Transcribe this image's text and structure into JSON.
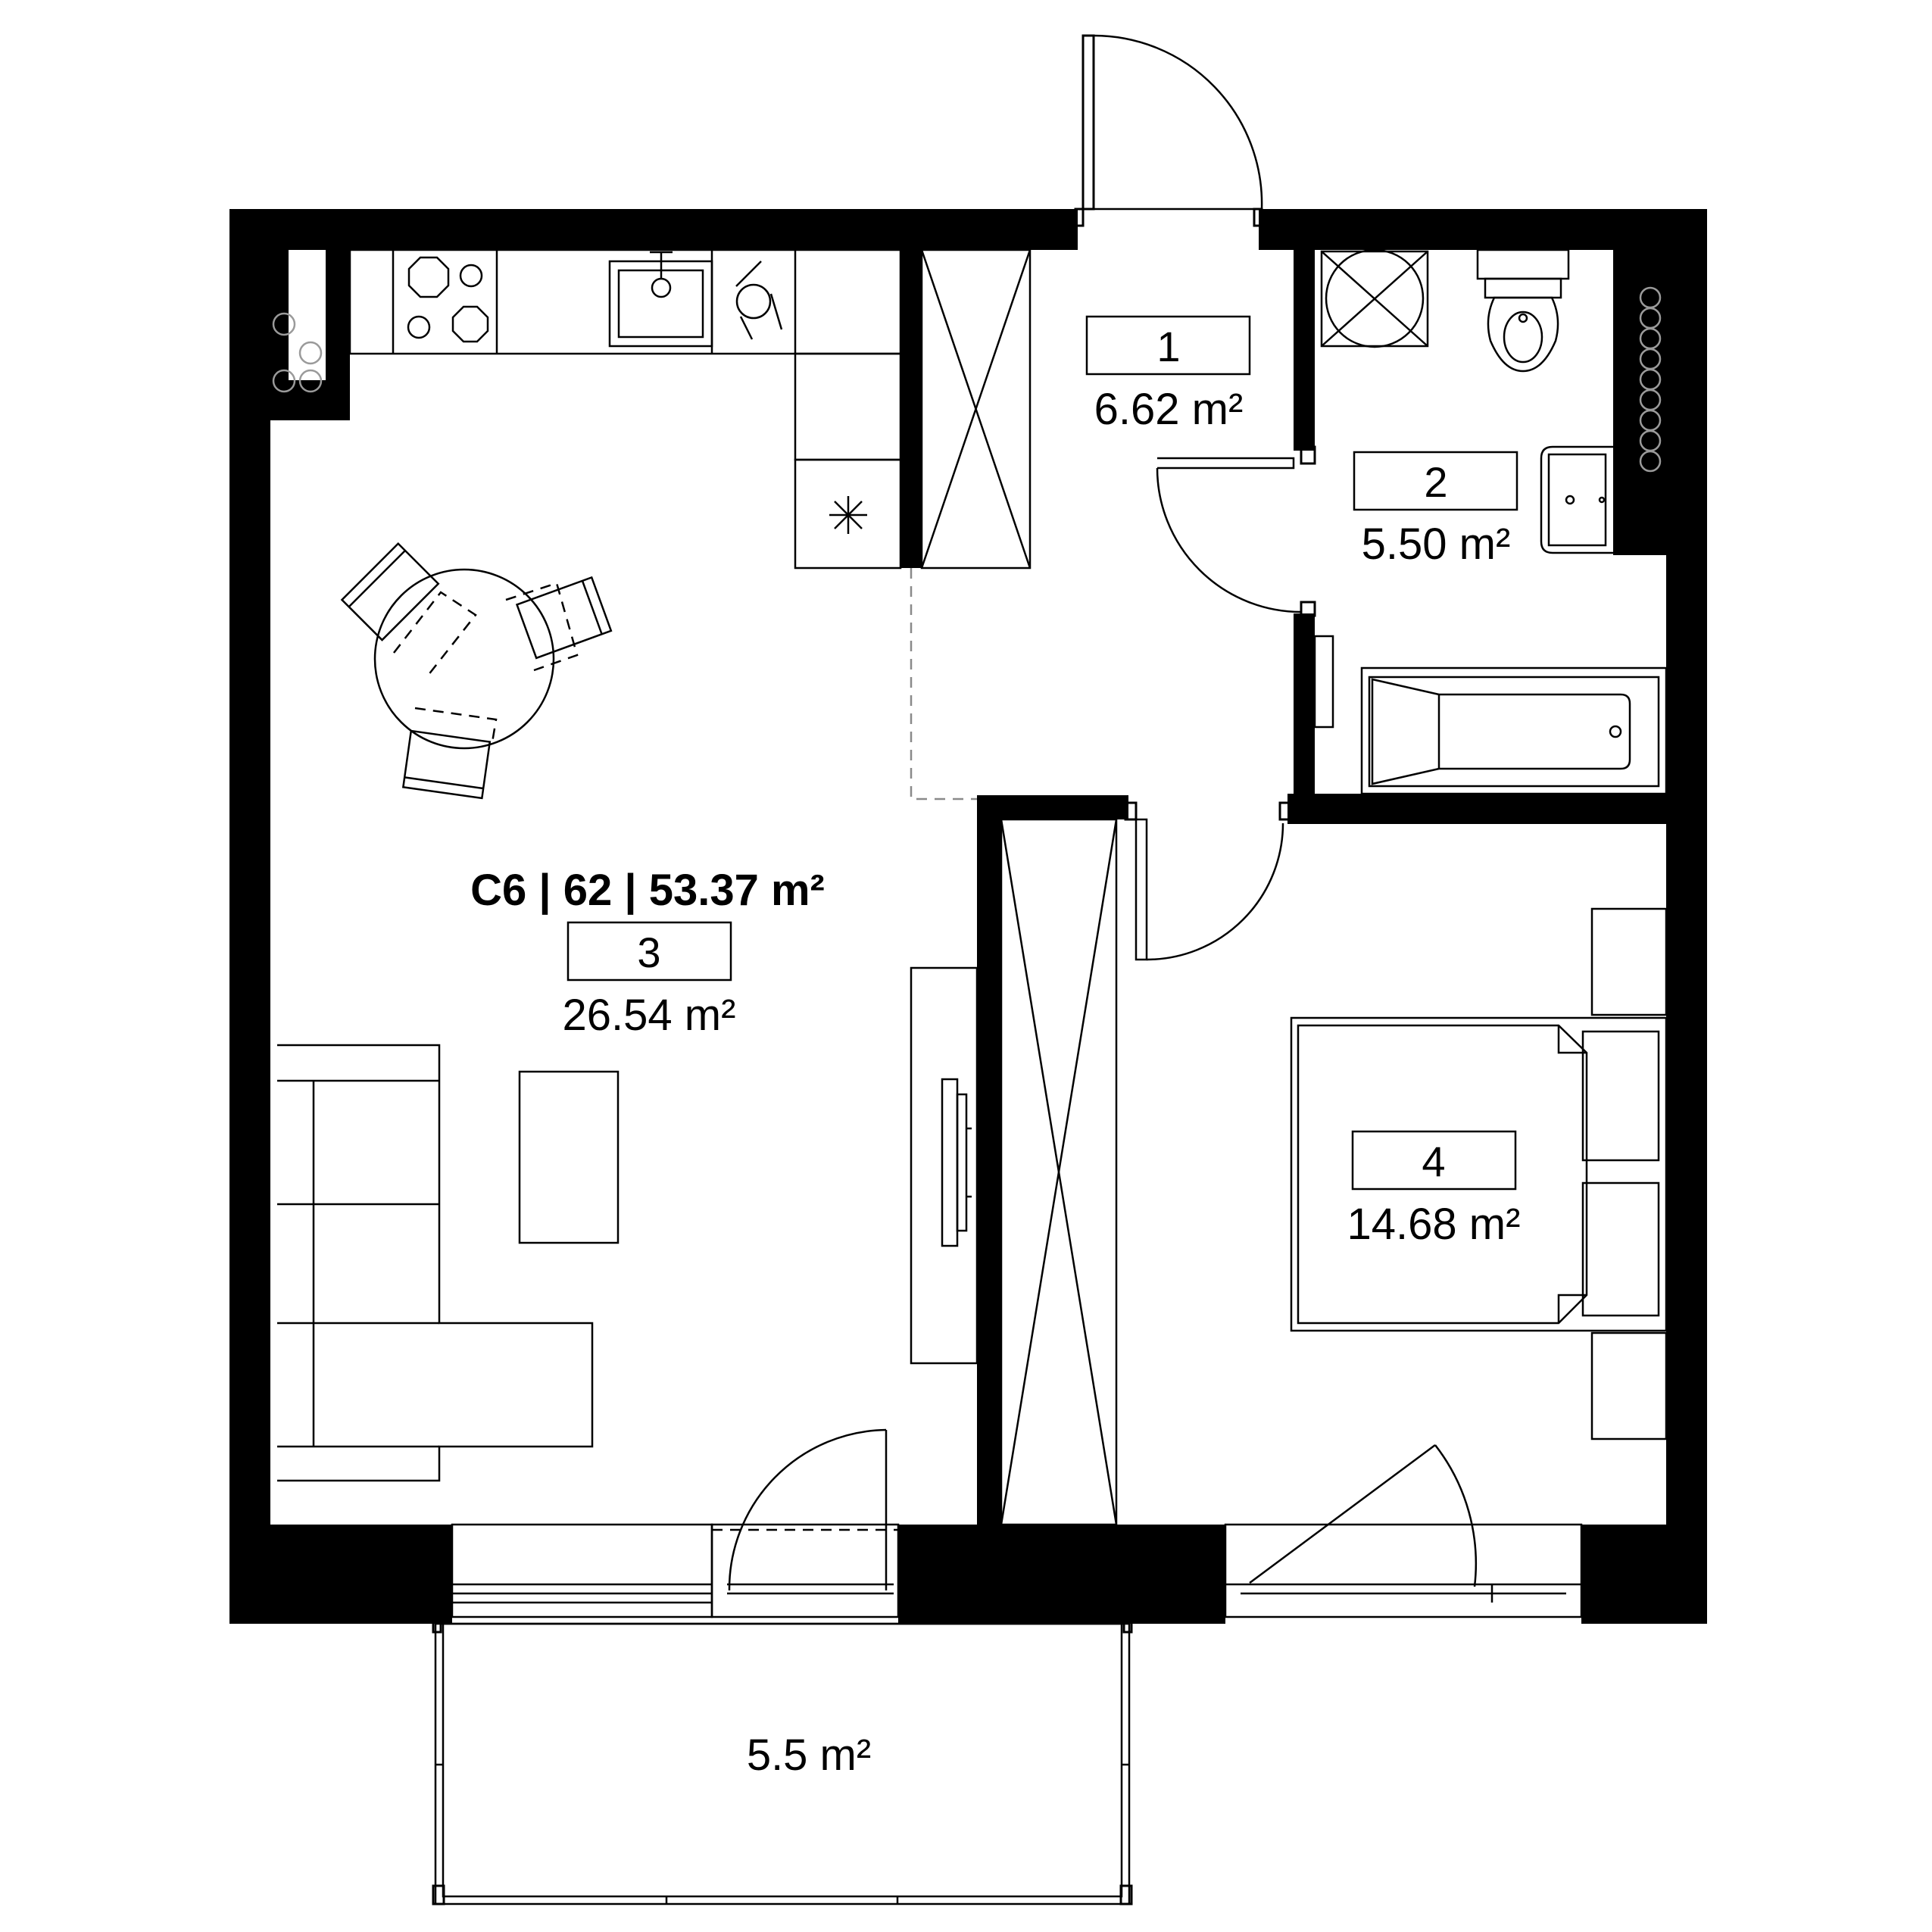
{
  "apartment": {
    "summary": "C6 | 62 | 53.37 m²"
  },
  "rooms": [
    {
      "number": "1",
      "area": "6.62 m²"
    },
    {
      "number": "2",
      "area": "5.50 m²"
    },
    {
      "number": "3",
      "area": "26.54 m²"
    },
    {
      "number": "4",
      "area": "14.68 m²"
    }
  ],
  "balcony": {
    "area": "5.5 m²"
  },
  "colors": {
    "wall": "#000000",
    "line": "#000000",
    "hidden": "#8a8a8a"
  }
}
